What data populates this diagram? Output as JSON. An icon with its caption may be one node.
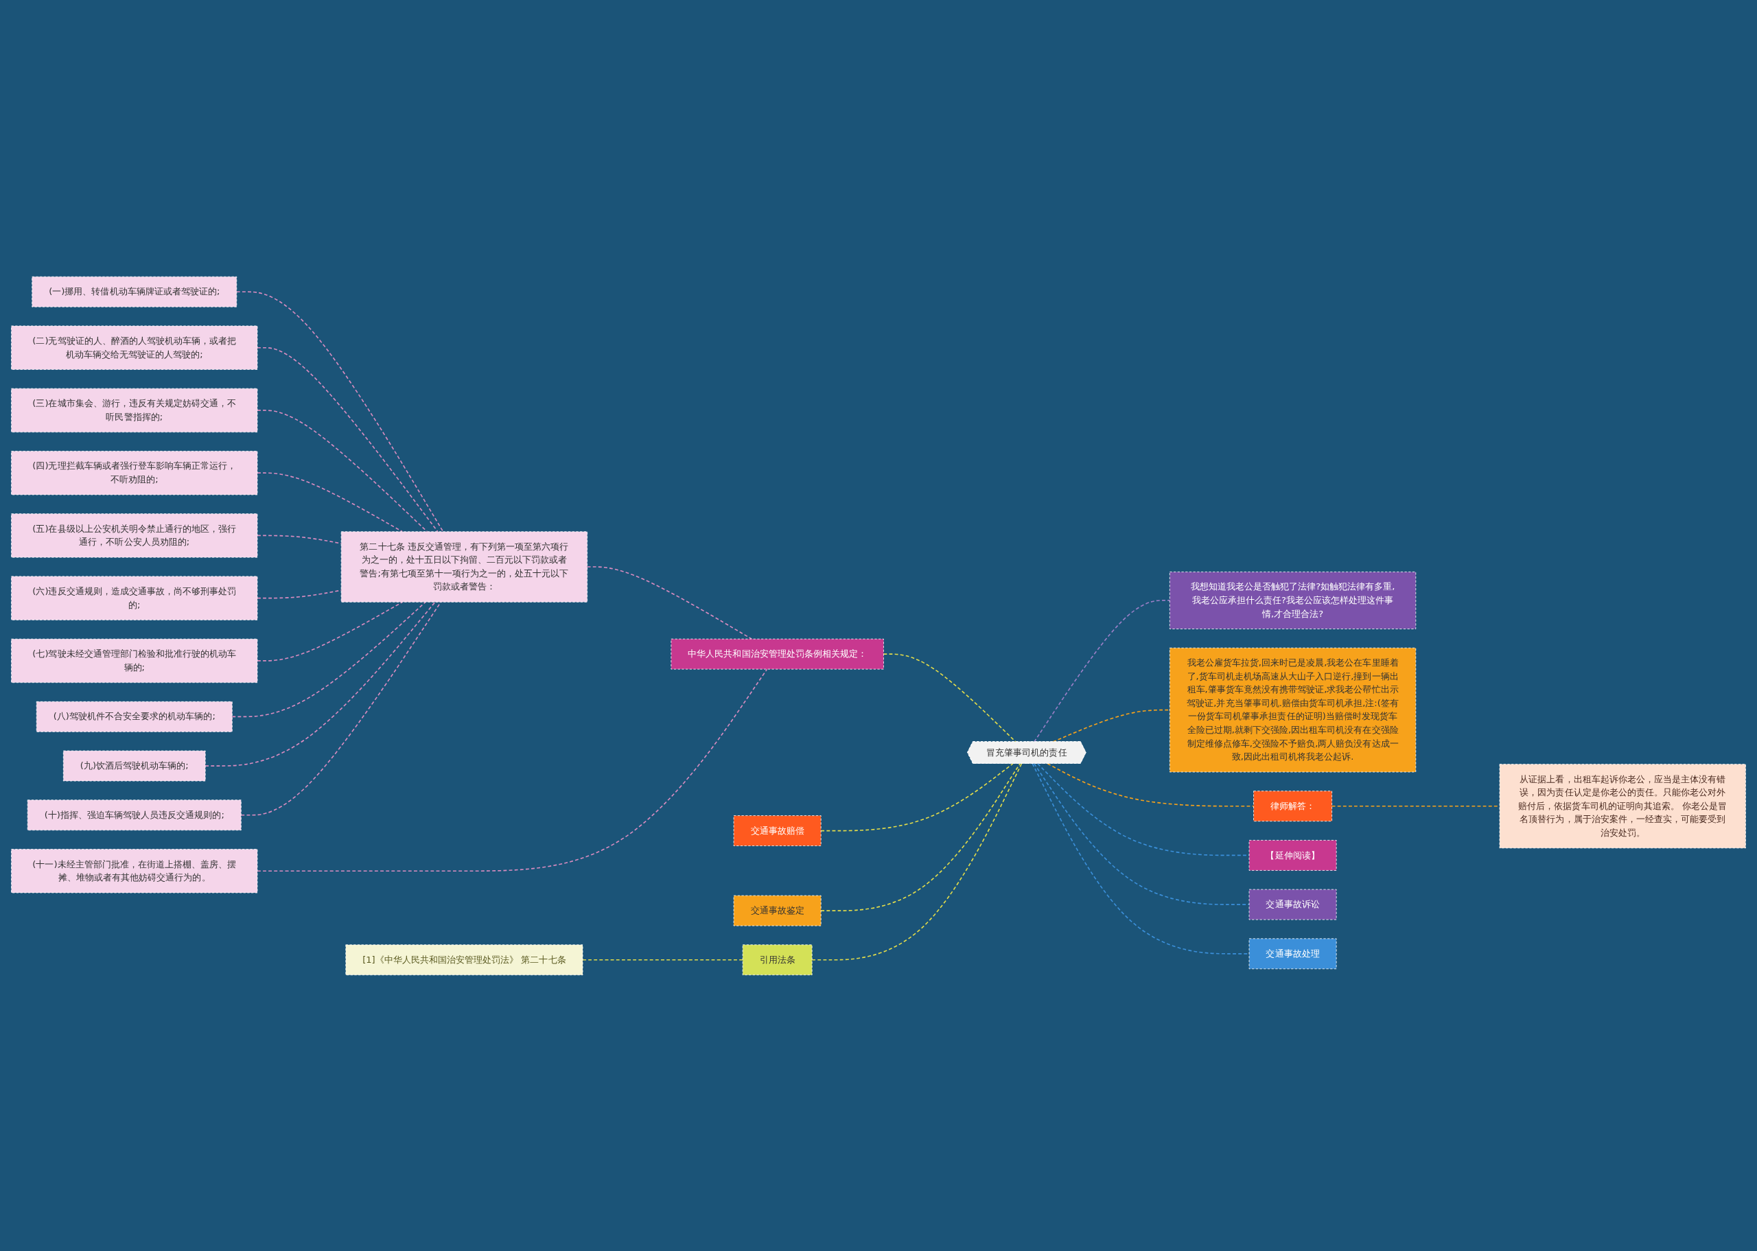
{
  "diagram": {
    "nodes": [
      {
        "text": [
          "冒充肇事司机的责任"
        ]
      },
      {
        "text": [
          "我想知道我老公是否触犯了法律?如触犯法律有多重,我老公应承担什么责任?我老公应该怎样处理这件事情,才合理合法?"
        ]
      },
      {
        "text": [
          "中华人民共和国治安管理处罚条例相关规定："
        ]
      },
      {
        "text": [
          "第二十七条 违反交通管理，有下列第一项至第六项行为之一的，处十五日以下拘留、二百元以下罚款或者警告;有第七项至第十一项行为之一的，处五十元以下罚款或者警告："
        ]
      },
      {
        "text": [
          "(一)挪用、转借机动车辆牌证或者驾驶证的;"
        ]
      },
      {
        "text": [
          "(二)无驾驶证的人、醉酒的人驾驶机动车辆，或者把机动车辆交给无驾驶证的人驾驶的;"
        ]
      },
      {
        "text": [
          "(三)在城市集会、游行，违反有关规定妨碍交通，不听民警指挥的;"
        ]
      },
      {
        "text": [
          "(四)无理拦截车辆或者强行登车影响车辆正常运行，不听劝阻的;"
        ]
      },
      {
        "text": [
          "(五)在县级以上公安机关明令禁止通行的地区，强行通行，不听公安人员劝阻的;"
        ]
      },
      {
        "text": [
          "(六)违反交通规则，造成交通事故，尚不够刑事处罚的;"
        ]
      },
      {
        "text": [
          "(七)驾驶未经交通管理部门检验和批准行驶的机动车辆的;"
        ]
      },
      {
        "text": [
          "(八)驾驶机件不合安全要求的机动车辆的;"
        ]
      },
      {
        "text": [
          "(九)饮酒后驾驶机动车辆的;"
        ]
      },
      {
        "text": [
          "(十)指挥、强迫车辆驾驶人员违反交通规则的;"
        ]
      },
      {
        "text": [
          "(十一)未经主管部门批准，在街道上搭棚、盖房、摆摊、堆物或者有其他妨碍交通行为的。"
        ]
      },
      {
        "text": [
          "交通事故赔偿"
        ]
      },
      {
        "text": [
          "交通事故鉴定"
        ]
      },
      {
        "text": [
          "引用法条"
        ]
      },
      {
        "text": [
          "[1]《中华人民共和国治安管理处罚法》 第二十七条"
        ]
      },
      {
        "text": [
          "我老公雇货车拉货,回来时已是凌晨,我老公在车里睡着了,货车司机走机场高速从大山子入口逆行,撞到一辆出租车,肇事货车竟然没有携带驾驶证,求我老公帮忙出示驾驶证,并充当肇事司机.赔偿由货车司机承担,注:(签有一份货车司机肇事承担责任的证明)当赔偿时发现货车全险已过期,就剩下交强险,因出租车司机没有在交强险制定维修点修车,交强险不予赔负,两人赔负没有达成一致,因此出租司机将我老公起诉."
        ]
      },
      {
        "text": [
          "律师解答："
        ]
      },
      {
        "text": [
          "从证据上看，出租车起诉你老公，应当是主体没有错误，因为责任认定是你老公的责任。只能你老公对外赔付后，依据货车司机的证明向其追索。 你老公是冒名顶替行为，属于治安案件，一经查实，可能要受到治安处罚。"
        ]
      },
      {
        "text": [
          "【延伸阅读】"
        ]
      },
      {
        "text": [
          "交通事故诉讼"
        ]
      },
      {
        "text": [
          "交通事故处理"
        ]
      }
    ],
    "edges": [
      {
        "from": 4,
        "to": 3,
        "arrow": "none",
        "style": "dashed",
        "color": "#d98cc0"
      },
      {
        "from": 5,
        "to": 3,
        "arrow": "none",
        "style": "dashed",
        "color": "#d98cc0"
      },
      {
        "from": 6,
        "to": 3,
        "arrow": "none",
        "style": "dashed",
        "color": "#d98cc0"
      },
      {
        "from": 7,
        "to": 3,
        "arrow": "none",
        "style": "dashed",
        "color": "#d98cc0"
      },
      {
        "from": 8,
        "to": 3,
        "arrow": "none",
        "style": "dashed",
        "color": "#d98cc0"
      },
      {
        "from": 9,
        "to": 3,
        "arrow": "none",
        "style": "dashed",
        "color": "#d98cc0"
      },
      {
        "from": 10,
        "to": 3,
        "arrow": "none",
        "style": "dashed",
        "color": "#d98cc0"
      },
      {
        "from": 11,
        "to": 3,
        "arrow": "none",
        "style": "dashed",
        "color": "#d98cc0"
      },
      {
        "from": 12,
        "to": 3,
        "arrow": "none",
        "style": "dashed",
        "color": "#d98cc0"
      },
      {
        "from": 13,
        "to": 3,
        "arrow": "none",
        "style": "dashed",
        "color": "#d98cc0"
      },
      {
        "from": 3,
        "to": 2,
        "arrow": "none",
        "style": "dashed",
        "color": "#d98cc0"
      },
      {
        "from": 14,
        "to": 2,
        "arrow": "none",
        "style": "dashed",
        "color": "#d98cc0"
      },
      {
        "from": 2,
        "to": 0,
        "arrow": "none",
        "style": "dashed",
        "color": "#e3dc4a"
      },
      {
        "from": 15,
        "to": 0,
        "arrow": "none",
        "style": "dashed",
        "color": "#e3dc4a"
      },
      {
        "from": 16,
        "to": 0,
        "arrow": "none",
        "style": "dashed",
        "color": "#e3dc4a"
      },
      {
        "from": 18,
        "to": 17,
        "arrow": "none",
        "style": "dashed",
        "color": "#e3dc4a"
      },
      {
        "from": 17,
        "to": 0,
        "arrow": "none",
        "style": "dashed",
        "color": "#e3dc4a"
      },
      {
        "from": 0,
        "to": 1,
        "arrow": "none",
        "style": "dashed",
        "color": "#9b7fc7"
      },
      {
        "from": 0,
        "to": 19,
        "arrow": "none",
        "style": "dashed",
        "color": "#f7a21b"
      },
      {
        "from": 0,
        "to": 20,
        "arrow": "none",
        "style": "dashed",
        "color": "#f7a21b"
      },
      {
        "from": 20,
        "to": 21,
        "arrow": "none",
        "style": "dashed",
        "color": "#f7a21b"
      },
      {
        "from": 0,
        "to": 22,
        "arrow": "none",
        "style": "dashed",
        "color": "#3b8fd9"
      },
      {
        "from": 0,
        "to": 23,
        "arrow": "none",
        "style": "dashed",
        "color": "#3b8fd9"
      },
      {
        "from": 0,
        "to": 24,
        "arrow": "none",
        "style": "dashed",
        "color": "#3b8fd9"
      }
    ]
  }
}
